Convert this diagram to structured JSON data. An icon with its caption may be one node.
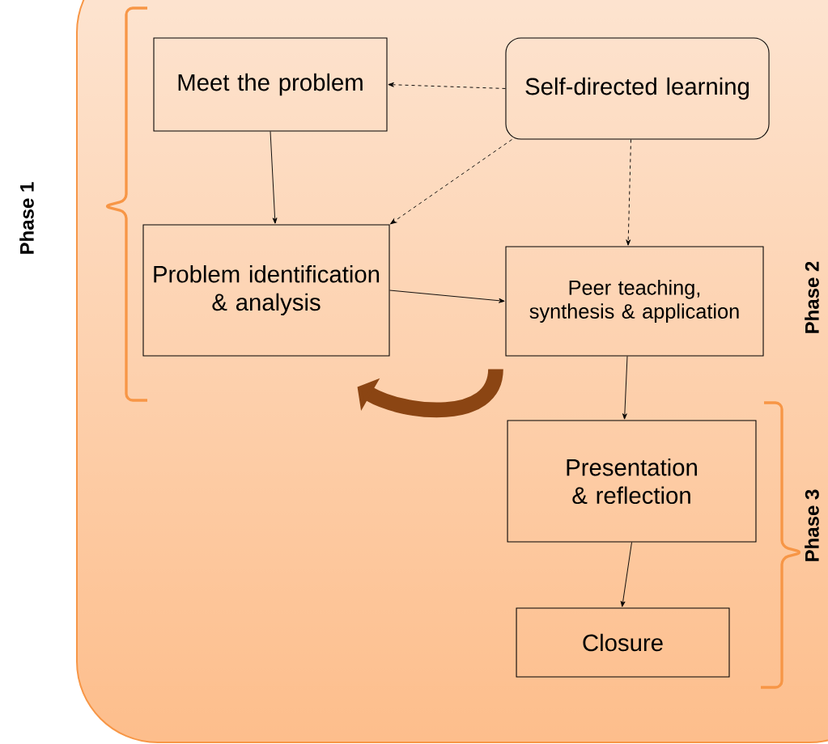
{
  "diagram": {
    "nodes": [
      {
        "text": [
          "Meet the problem"
        ]
      },
      {
        "text": [
          "Self-directed learning"
        ]
      },
      {
        "text": [
          "Problem identification & analysis"
        ]
      },
      {
        "text": [
          "Peer teaching, synthesis & application"
        ]
      },
      {
        "text": [
          "Presentation & reflection"
        ]
      },
      {
        "text": [
          "Closure"
        ]
      }
    ],
    "edges": [
      {
        "from": 1,
        "to": 0,
        "arrow": "to",
        "style": "dashed"
      },
      {
        "from": 1,
        "to": 2,
        "arrow": "to",
        "style": "dashed"
      },
      {
        "from": 1,
        "to": 3,
        "arrow": "to",
        "style": "dashed"
      },
      {
        "from": 0,
        "to": 2,
        "arrow": "to"
      },
      {
        "from": 2,
        "to": 3,
        "arrow": "to"
      },
      {
        "from": 3,
        "to": 4,
        "arrow": "to"
      },
      {
        "from": 4,
        "to": 5,
        "arrow": "to"
      },
      {
        "from": 3,
        "to": 2,
        "arrow": "to",
        "style": "thick",
        "color": "#8b4513"
      }
    ],
    "labels": [
      "Phase 1",
      "Phase 2",
      "Phase 3"
    ]
  }
}
